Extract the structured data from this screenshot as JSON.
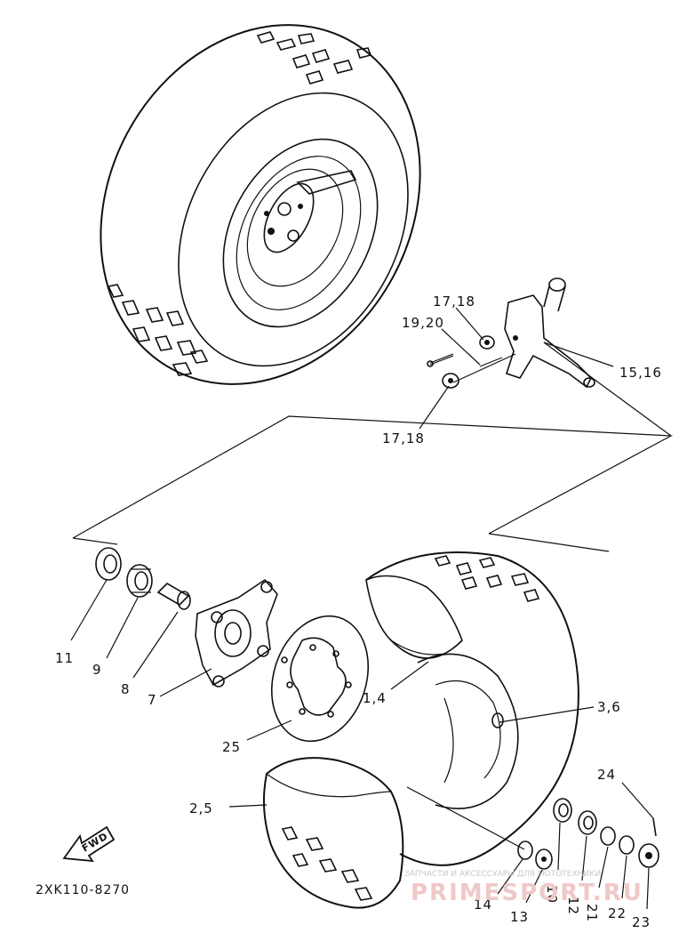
{
  "diagram_code": "2XK110-8270",
  "fwd_label": "FWD",
  "watermark": {
    "line1": "ЗАПЧАСТИ И АКСЕССУАРЫ ДЛЯ МОТОТЕХНИКИ",
    "line2": "PRIMESPORT.RU"
  },
  "callouts": [
    {
      "id": "c-17-18-top",
      "text": "17,18"
    },
    {
      "id": "c-19-20",
      "text": "19,20"
    },
    {
      "id": "c-15-16",
      "text": "15,16"
    },
    {
      "id": "c-17-18-bot",
      "text": "17,18"
    },
    {
      "id": "c-11",
      "text": "11"
    },
    {
      "id": "c-9",
      "text": "9"
    },
    {
      "id": "c-8",
      "text": "8"
    },
    {
      "id": "c-7",
      "text": "7"
    },
    {
      "id": "c-1-4",
      "text": "1,4"
    },
    {
      "id": "c-3-6",
      "text": "3,6"
    },
    {
      "id": "c-25",
      "text": "25"
    },
    {
      "id": "c-2-5",
      "text": "2,5"
    },
    {
      "id": "c-24",
      "text": "24"
    },
    {
      "id": "c-14",
      "text": "14"
    },
    {
      "id": "c-13",
      "text": "13"
    },
    {
      "id": "c-10",
      "text": "10"
    },
    {
      "id": "c-12",
      "text": "12"
    },
    {
      "id": "c-21",
      "text": "21"
    },
    {
      "id": "c-22",
      "text": "22"
    },
    {
      "id": "c-23",
      "text": "23"
    }
  ]
}
